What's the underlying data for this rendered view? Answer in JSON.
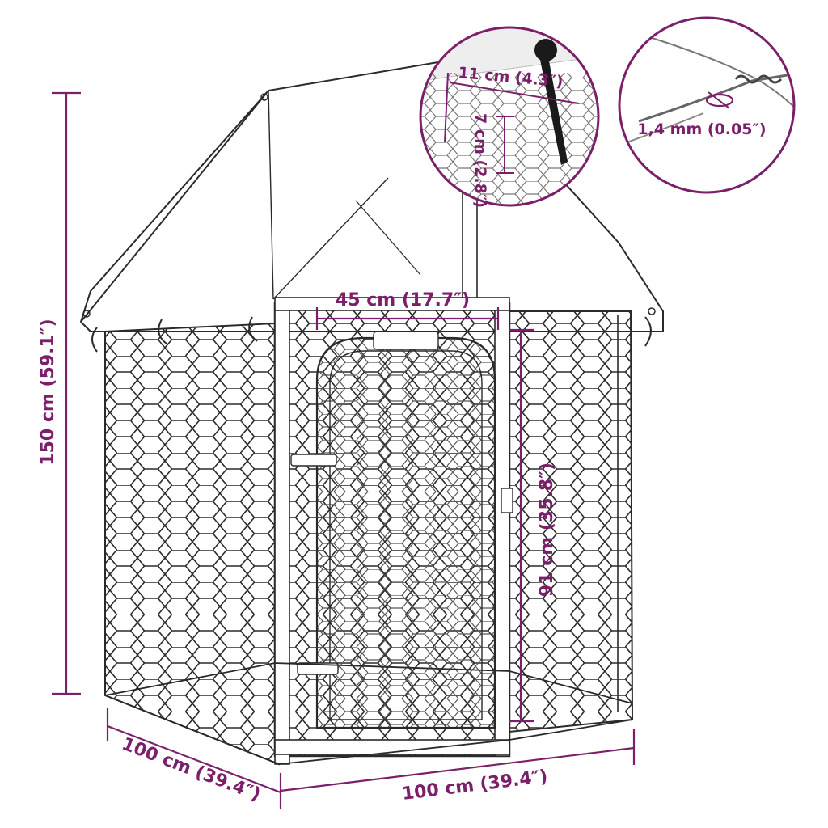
{
  "colors": {
    "dimension": "#7b1f6a",
    "line_art": "#2a2a2a",
    "roof_fill": "#ffffff",
    "background": "#ffffff"
  },
  "dimensions": {
    "height": "150 cm (59.1″)",
    "depth": "100 cm (39.4″)",
    "width": "100 cm (39.4″)",
    "door_width": "45 cm (17.7″)",
    "door_height": "91 cm (35.8″)"
  },
  "detail_mesh": {
    "cell_width": "11 cm (4.3″)",
    "cell_height": "7 cm (2.8″)"
  },
  "detail_wire": {
    "thickness": "1,4 mm (0.05″)"
  },
  "icons": [
    "ground-stake-icon",
    "wire-twist-icon"
  ]
}
